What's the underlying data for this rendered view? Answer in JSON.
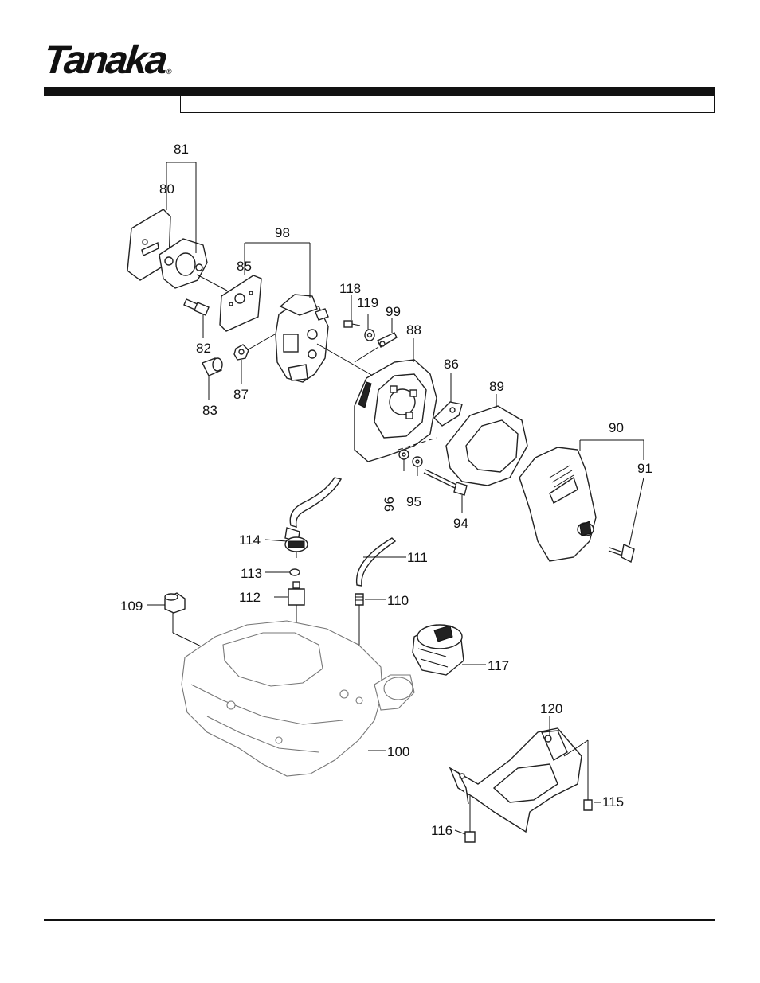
{
  "brand": {
    "logo_text": "Tanaka",
    "registered_mark": "®"
  },
  "header": {
    "title_box_text": ""
  },
  "part_numbers": {
    "p81": "81",
    "p80": "80",
    "p98": "98",
    "p85": "85",
    "p82": "82",
    "p83": "83",
    "p87": "87",
    "p118": "118",
    "p119": "119",
    "p99": "99",
    "p88": "88",
    "p86": "86",
    "p89": "89",
    "p90": "90",
    "p91": "91",
    "p96": "96",
    "p95": "95",
    "p94": "94",
    "p114": "114",
    "p113": "113",
    "p112": "112",
    "p111": "111",
    "p110": "110",
    "p109": "109",
    "p117": "117",
    "p100": "100",
    "p120": "120",
    "p115": "115",
    "p116": "116"
  }
}
